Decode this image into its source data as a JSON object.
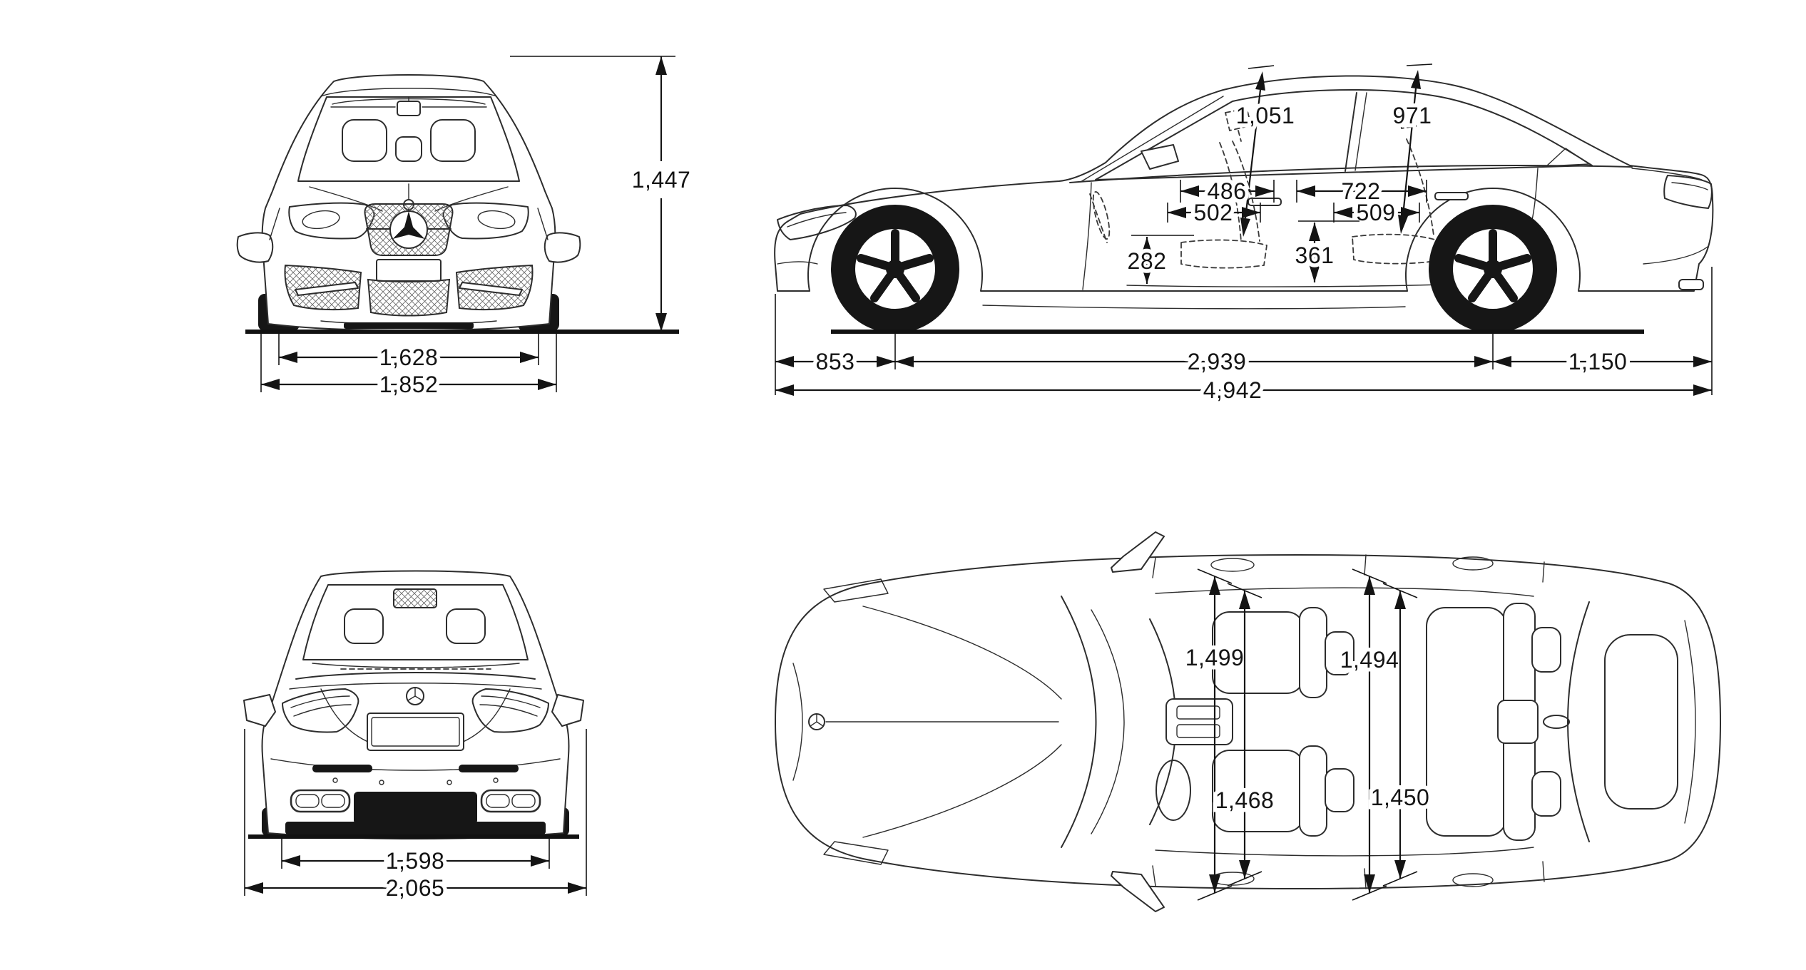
{
  "page": {
    "background": "#ffffff",
    "line_color": "#2d2d2d",
    "dim_color": "#141414"
  },
  "views": {
    "front": {
      "height": "1,447",
      "track": "1,628",
      "body_width": "1,852"
    },
    "side": {
      "headroom_front": "1,051",
      "headroom_rear": "971",
      "legroom_front": "486",
      "legroom_rear": "722",
      "seat_depth_front": "502",
      "seat_depth_rear": "509",
      "seat_height_front": "282",
      "seat_height_rear": "361",
      "front_overhang": "853",
      "wheelbase": "2,939",
      "rear_overhang": "1,150",
      "overall_length": "4,942"
    },
    "rear": {
      "track": "1,598",
      "width_incl_mirrors": "2,065"
    },
    "top": {
      "elbow_room_front": "1,499",
      "elbow_room_rear": "1,494",
      "shoulder_room_front": "1,468",
      "shoulder_room_rear": "1,450"
    }
  }
}
